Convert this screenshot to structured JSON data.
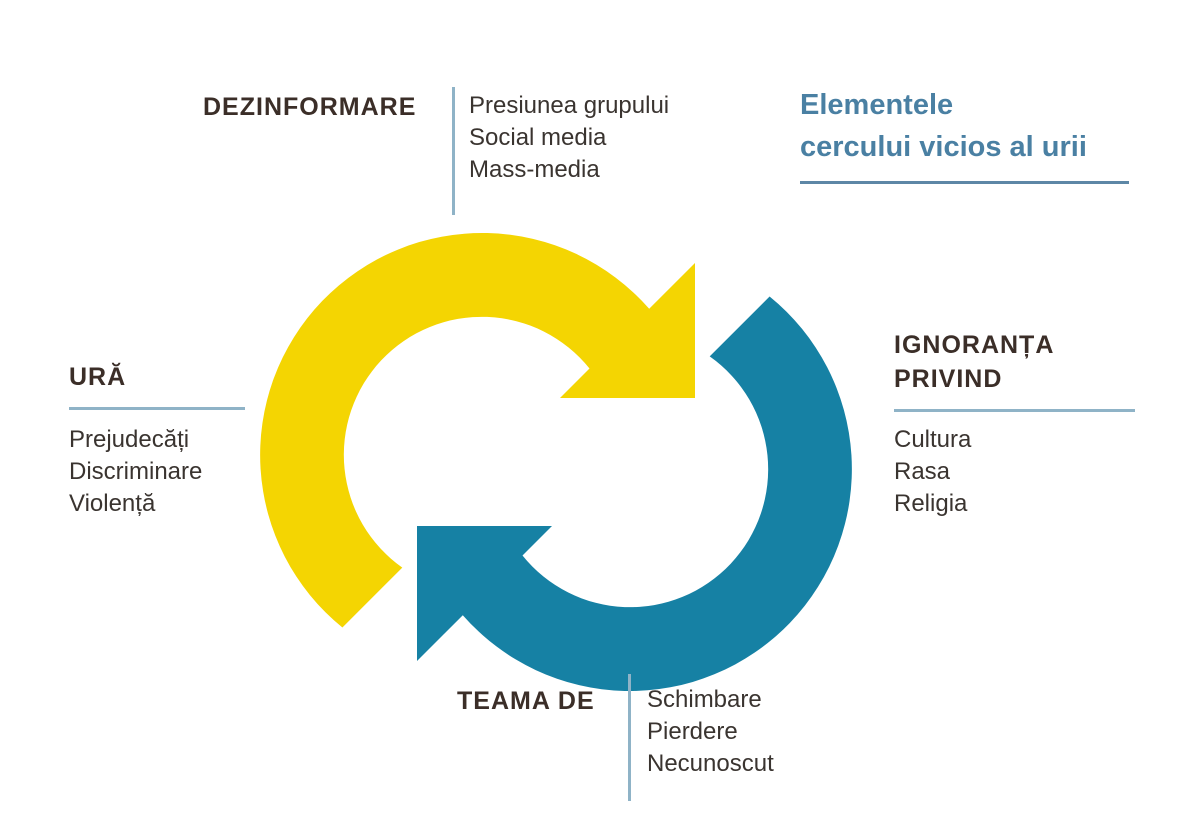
{
  "title": {
    "lines": [
      "Elementele",
      "cercului vicios al urii"
    ]
  },
  "sections": {
    "dezinformare": {
      "heading": "DEZINFORMARE",
      "items": [
        "Presiunea grupului",
        "Social media",
        "Mass-media"
      ]
    },
    "ignoranta": {
      "heading": "IGNORANȚA PRIVIND",
      "items": [
        "Cultura",
        "Rasa",
        "Religia"
      ]
    },
    "teama": {
      "heading": "TEAMA DE",
      "items": [
        "Schimbare",
        "Pierdere",
        "Necunoscut"
      ]
    },
    "ura": {
      "heading": "URĂ",
      "items": [
        "Prejudecăți",
        "Discriminare",
        "Violență"
      ]
    }
  },
  "colors": {
    "arrow_yellow": "#F4D502",
    "arrow_blue": "#1681A4",
    "title_blue": "#4A80A3",
    "heading_brown": "#3B2E28",
    "body_text": "#3A3430",
    "rule_light": "#8FB3C7",
    "rule_title": "#5D87A6"
  }
}
